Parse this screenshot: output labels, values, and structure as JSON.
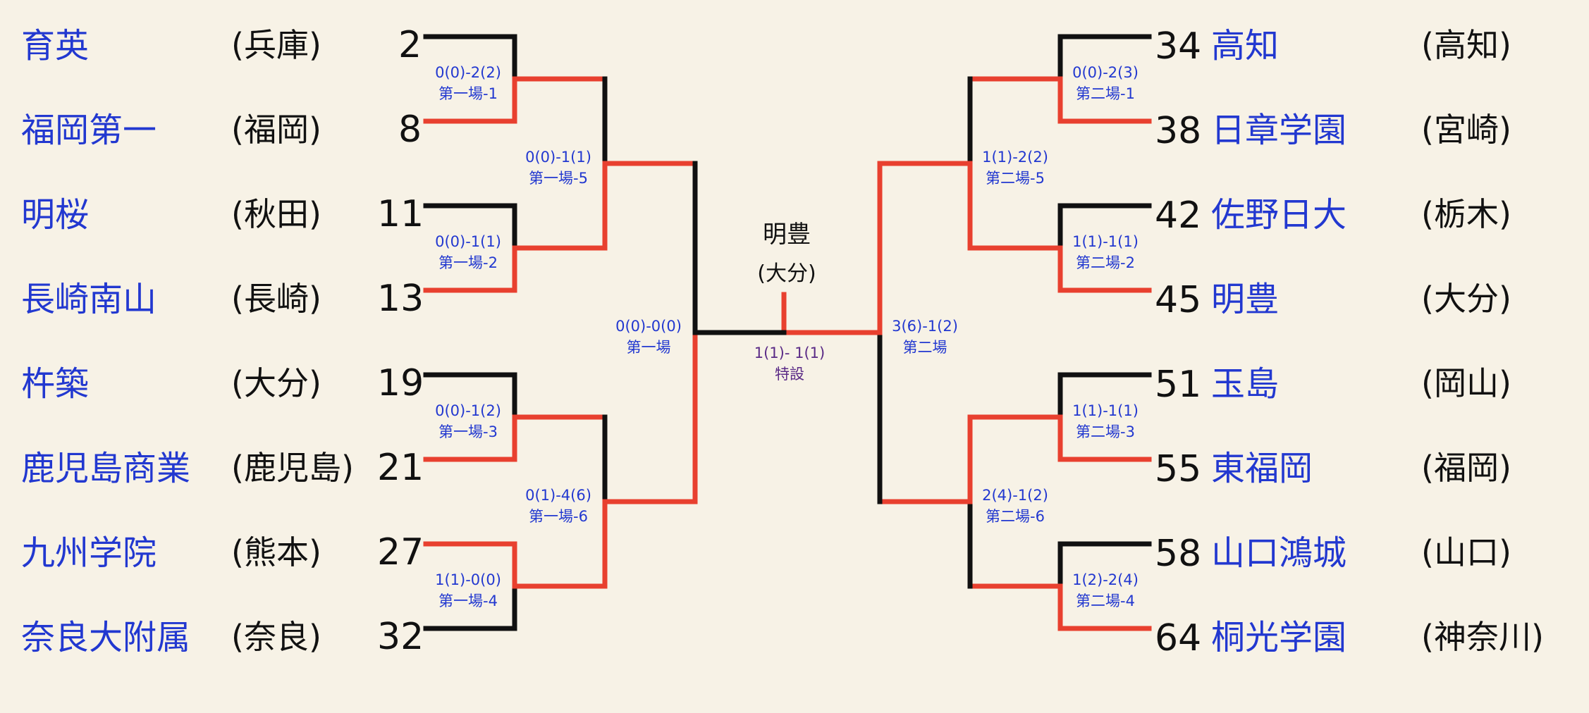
{
  "colors": {
    "win": "#e8402f",
    "lose": "#111111",
    "team": "#2238d0",
    "bg": "#f7f2e6"
  },
  "left_teams": [
    {
      "name": "育英",
      "pref": "(兵庫)",
      "seed": "2"
    },
    {
      "name": "福岡第一",
      "pref": "(福岡)",
      "seed": "8"
    },
    {
      "name": "明桜",
      "pref": "(秋田)",
      "seed": "11"
    },
    {
      "name": "長崎南山",
      "pref": "(長崎)",
      "seed": "13"
    },
    {
      "name": "杵築",
      "pref": "(大分)",
      "seed": "19"
    },
    {
      "name": "鹿児島商業",
      "pref": "(鹿児島)",
      "seed": "21"
    },
    {
      "name": "九州学院",
      "pref": "(熊本)",
      "seed": "27"
    },
    {
      "name": "奈良大附属",
      "pref": "(奈良)",
      "seed": "32"
    }
  ],
  "right_teams": [
    {
      "name": "高知",
      "pref": "(高知)",
      "seed": "34"
    },
    {
      "name": "日章学園",
      "pref": "(宮崎)",
      "seed": "38"
    },
    {
      "name": "佐野日大",
      "pref": "(栃木)",
      "seed": "42"
    },
    {
      "name": "明豊",
      "pref": "(大分)",
      "seed": "45"
    },
    {
      "name": "玉島",
      "pref": "(岡山)",
      "seed": "51"
    },
    {
      "name": "東福岡",
      "pref": "(福岡)",
      "seed": "55"
    },
    {
      "name": "山口鴻城",
      "pref": "(山口)",
      "seed": "58"
    },
    {
      "name": "桐光学園",
      "pref": "(神奈川)",
      "seed": "64"
    }
  ],
  "scores": {
    "l1": {
      "score": "0(0)-2(2)",
      "venue": "第一場-1"
    },
    "l2": {
      "score": "0(0)-1(1)",
      "venue": "第一場-2"
    },
    "l3": {
      "score": "0(0)-1(2)",
      "venue": "第一場-3"
    },
    "l4": {
      "score": "1(1)-0(0)",
      "venue": "第一場-4"
    },
    "l5": {
      "score": "0(0)-1(1)",
      "venue": "第一場-5"
    },
    "l6": {
      "score": "0(1)-4(6)",
      "venue": "第一場-6"
    },
    "l7": {
      "score": "0(0)-0(0)",
      "venue": "第一場"
    },
    "r1": {
      "score": "0(0)-2(3)",
      "venue": "第二場-1"
    },
    "r2": {
      "score": "1(1)-1(1)",
      "venue": "第二場-2"
    },
    "r3": {
      "score": "1(1)-1(1)",
      "venue": "第二場-3"
    },
    "r4": {
      "score": "1(2)-2(4)",
      "venue": "第二場-4"
    },
    "r5": {
      "score": "1(1)-2(2)",
      "venue": "第二場-5"
    },
    "r6": {
      "score": "2(4)-1(2)",
      "venue": "第二場-6"
    },
    "r7": {
      "score": "3(6)-1(2)",
      "venue": "第二場"
    },
    "final": {
      "score": "1(1)- 1(1)",
      "venue": "特設"
    }
  },
  "champion": {
    "name": "明豊",
    "pref": "(大分)"
  }
}
